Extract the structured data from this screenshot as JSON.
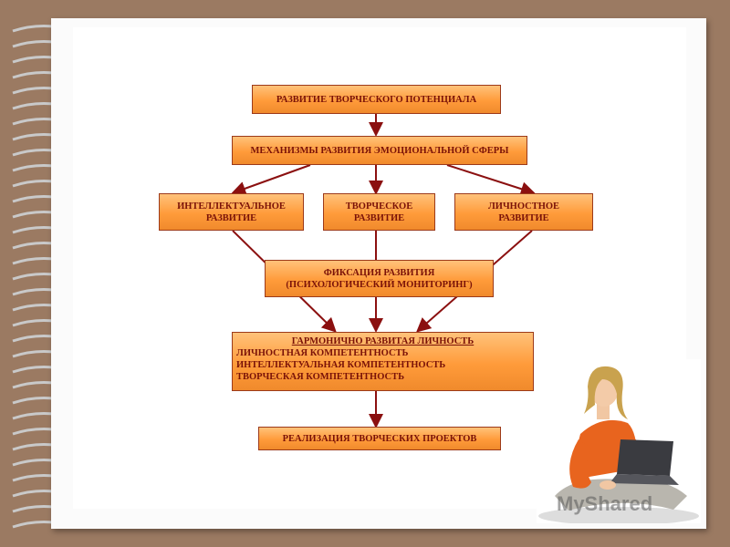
{
  "diagram": {
    "box1": "РАЗВИТИЕ ТВОРЧЕСКОГО ПОТЕНЦИАЛА",
    "box2": "МЕХАНИЗМЫ РАЗВИТИЯ ЭМОЦИОНАЛЬНОЙ СФЕРЫ",
    "box3_line1": "ИНТЕЛЛЕКТУАЛЬНОЕ",
    "box3_line2": "РАЗВИТИЕ",
    "box4_line1": "ТВОРЧЕСКОЕ",
    "box4_line2": "РАЗВИТИЕ",
    "box5_line1": "ЛИЧНОСТНОЕ",
    "box5_line2": "РАЗВИТИЕ",
    "box6_line1": "ФИКСАЦИЯ РАЗВИТИЯ",
    "box6_line2": "(ПСИХОЛОГИЧЕСКИЙ МОНИТОРИНГ)",
    "box7_title": "ГАРМОНИЧНО РАЗВИТАЯ ЛИЧНОСТЬ",
    "box7_items": [
      "ЛИЧНОСТНАЯ КОМПЕТЕНТНОСТЬ",
      "ИНТЕЛЛЕКТУАЛЬНАЯ КОМПЕТЕНТНОСТЬ",
      "ТВОРЧЕСКАЯ КОМПЕТЕНТНОСТЬ"
    ],
    "box8": "РЕАЛИЗАЦИЯ ТВОРЧЕСКИХ ПРОЕКТОВ"
  },
  "watermark": "MyShared",
  "colors": {
    "background": "#9b7a62",
    "box_fill": "#ff9b3a",
    "box_border": "#9c3a1a",
    "text": "#7a1208",
    "arrow": "#8b1010"
  }
}
